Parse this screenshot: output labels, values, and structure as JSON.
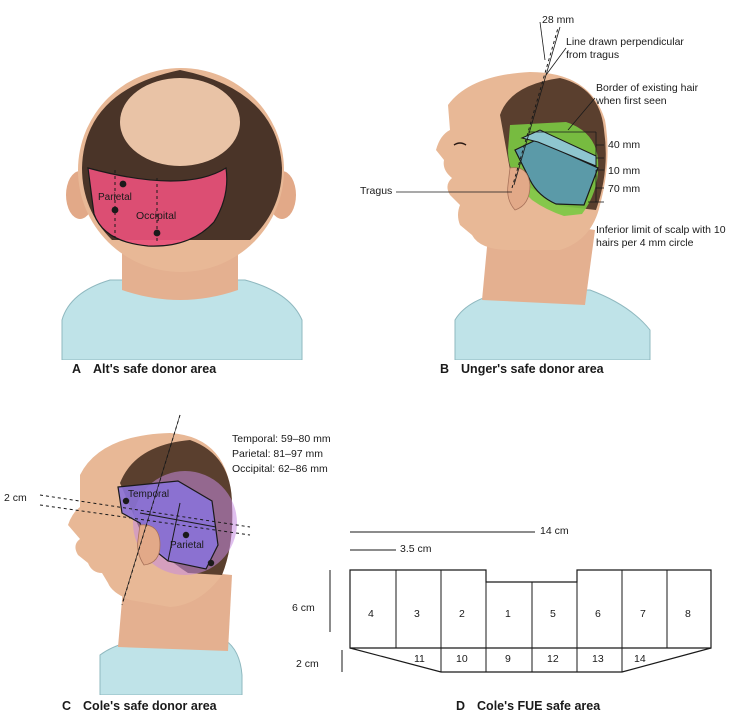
{
  "panels": {
    "a": {
      "letter": "A",
      "caption": "Alt's safe donor area",
      "labels": {
        "parietal": "Parietal",
        "occipital": "Occipital"
      },
      "colors": {
        "donor": "#e8507a",
        "hair": "#4a3428",
        "skin": "#e8b896",
        "shirt": "#bfe3e8"
      }
    },
    "b": {
      "letter": "B",
      "caption": "Unger's safe donor area",
      "labels": {
        "top_mm": "28 mm",
        "perpendicular": "Line drawn perpendicular from tragus",
        "border": "Border of existing hair when first seen",
        "m40": "40 mm",
        "m10": "10 mm",
        "m70": "70 mm",
        "tragus": "Tragus",
        "inferior": "Inferior limit of scalp with 10 hairs per 4 mm circle"
      },
      "colors": {
        "donor_green": "#7ac943",
        "donor_blue": "#5b9aa8"
      }
    },
    "c": {
      "letter": "C",
      "caption": "Cole's safe donor area",
      "labels": {
        "temporal_range": "Temporal: 59–80 mm",
        "parietal_range": "Parietal: 81–97 mm",
        "occipital_range": "Occipital: 62–86 mm",
        "two_cm": "2 cm",
        "temporal": "Temporal",
        "parietal": "Parietal"
      },
      "colors": {
        "donor": "#8a72d8",
        "halo": "#c58ae0"
      }
    },
    "d": {
      "letter": "D",
      "caption": "Cole's FUE safe area",
      "dims": {
        "width": "14 cm",
        "unit_width": "3.5 cm",
        "height_upper": "6 cm",
        "height_lower": "2 cm"
      },
      "upper_cells": [
        "4",
        "3",
        "2",
        "1",
        "5",
        "6",
        "7",
        "8"
      ],
      "lower_cells": [
        "11",
        "10",
        "9",
        "12",
        "13",
        "14"
      ]
    }
  }
}
